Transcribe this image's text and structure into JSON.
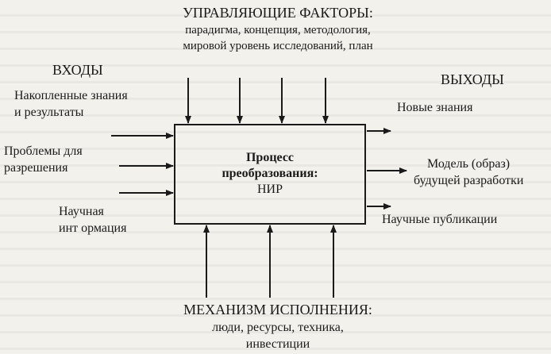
{
  "controls": {
    "title": "УПРАВЛЯЮЩИЕ ФАКТОРЫ:",
    "line1": "парадигма, концепция, методология,",
    "line2": "мировой  уровень исследований, план"
  },
  "inputs": {
    "title": "ВХОДЫ",
    "item1_line1": "Накопленные знания",
    "item1_line2": "и результаты",
    "item2_line1": "Проблемы для",
    "item2_line2": "разрешения",
    "item3_line1": "Научная",
    "item3_line2": "инт ормация"
  },
  "outputs": {
    "title": "ВЫХОДЫ",
    "item1": "Новые знания",
    "item2_line1": "Модель (образ)",
    "item2_line2": "будущей разработки",
    "item3": "Научные публикации"
  },
  "process": {
    "line1": "Процесс",
    "line2": "преобразования:",
    "line3": "НИР"
  },
  "mechanism": {
    "title": "МЕХАНИЗМ ИСПОЛНЕНИЯ:",
    "line1": "люди, ресурсы, техника,",
    "line2": "инвестиции"
  }
}
